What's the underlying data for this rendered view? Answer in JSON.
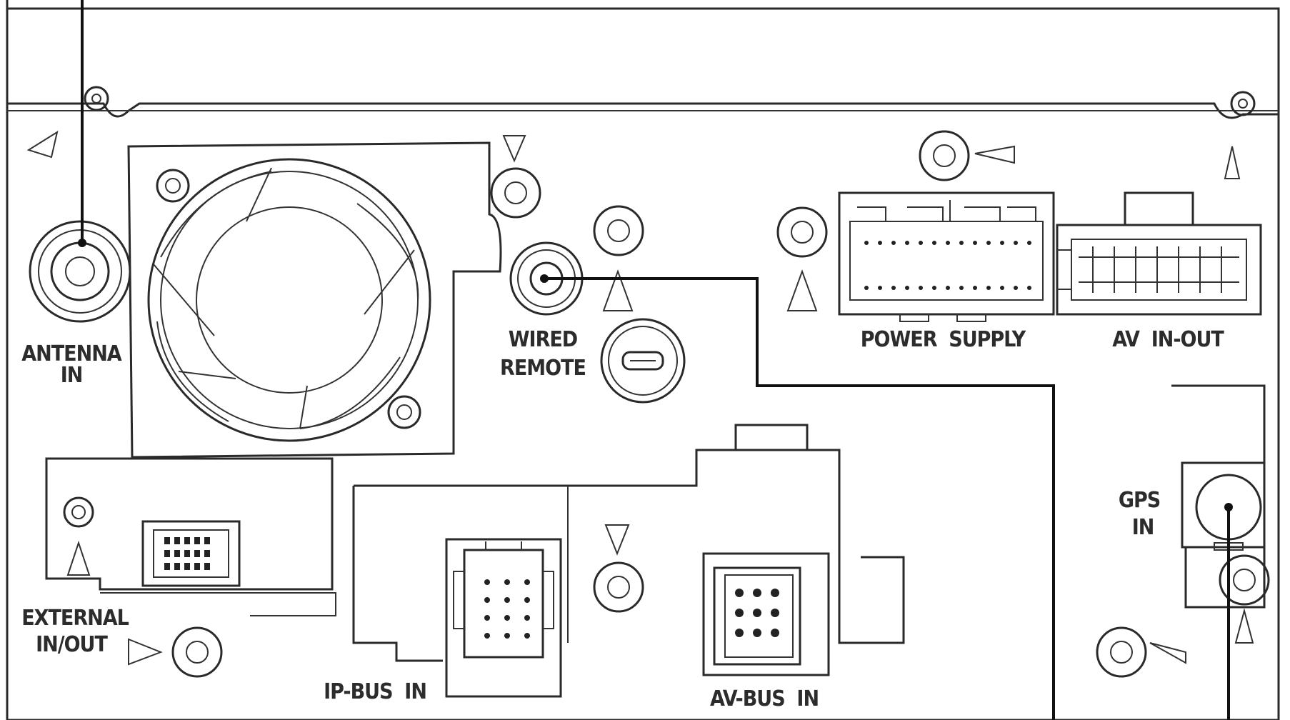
{
  "diagram": {
    "labels": {
      "antenna": [
        "ANTENNA",
        "IN"
      ],
      "wired_remote": [
        "WIRED",
        "REMOTE"
      ],
      "power_supply": "POWER  SUPPLY",
      "av_in_out": "AV  IN-OUT",
      "external": [
        "EXTERNAL",
        "IN/OUT"
      ],
      "ip_bus": "IP-BUS  IN",
      "av_bus": "AV-BUS  IN",
      "gps": [
        "GPS",
        "IN"
      ]
    },
    "colors": {
      "line": "#2a2a2a",
      "leader": "#111111",
      "background": "#ffffff"
    }
  }
}
